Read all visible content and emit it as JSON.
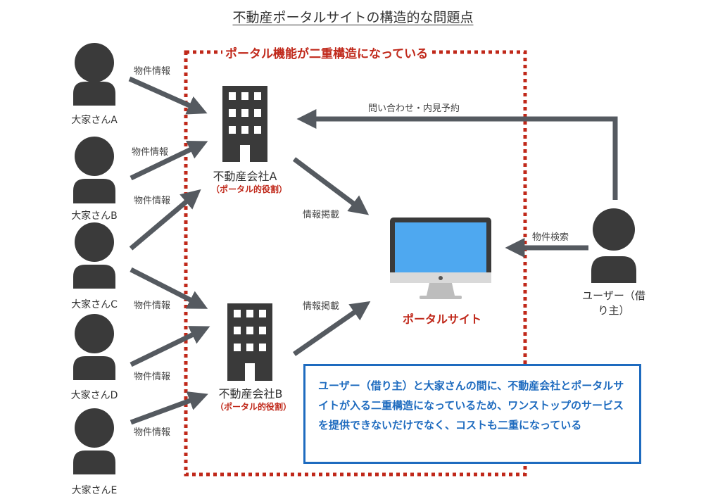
{
  "title": "不動産ポータルサイトの構造的な問題点",
  "dual_structure_label": "ポータル機能が二重構造になっている",
  "landlords": [
    "大家さんA",
    "大家さんB",
    "大家さんC",
    "大家さんD",
    "大家さんE"
  ],
  "property_info_label": "物件情報",
  "companies": [
    {
      "name": "不動産会社A",
      "role": "（ポータル的役割）"
    },
    {
      "name": "不動産会社B",
      "role": "（ポータル的役割）"
    }
  ],
  "listing_label": "情報掲載",
  "portal_label": "ポータルサイト",
  "inquiry_label": "問い合わせ・内見予約",
  "search_label": "物件検索",
  "user_label": "ユーザー（借り主）",
  "note": "ユーザー（借り主）と大家さんの間に、不動産会社とポータルサイトが入る二重構造になっているため、ワンストップのサービスを提供できないだけでなく、コストも二重になっている",
  "colors": {
    "accent_red": "#c0281a",
    "accent_blue": "#1e6bbf",
    "arrow": "#555a60",
    "figure": "#3a3a3a",
    "screen": "#4ea8f0"
  }
}
